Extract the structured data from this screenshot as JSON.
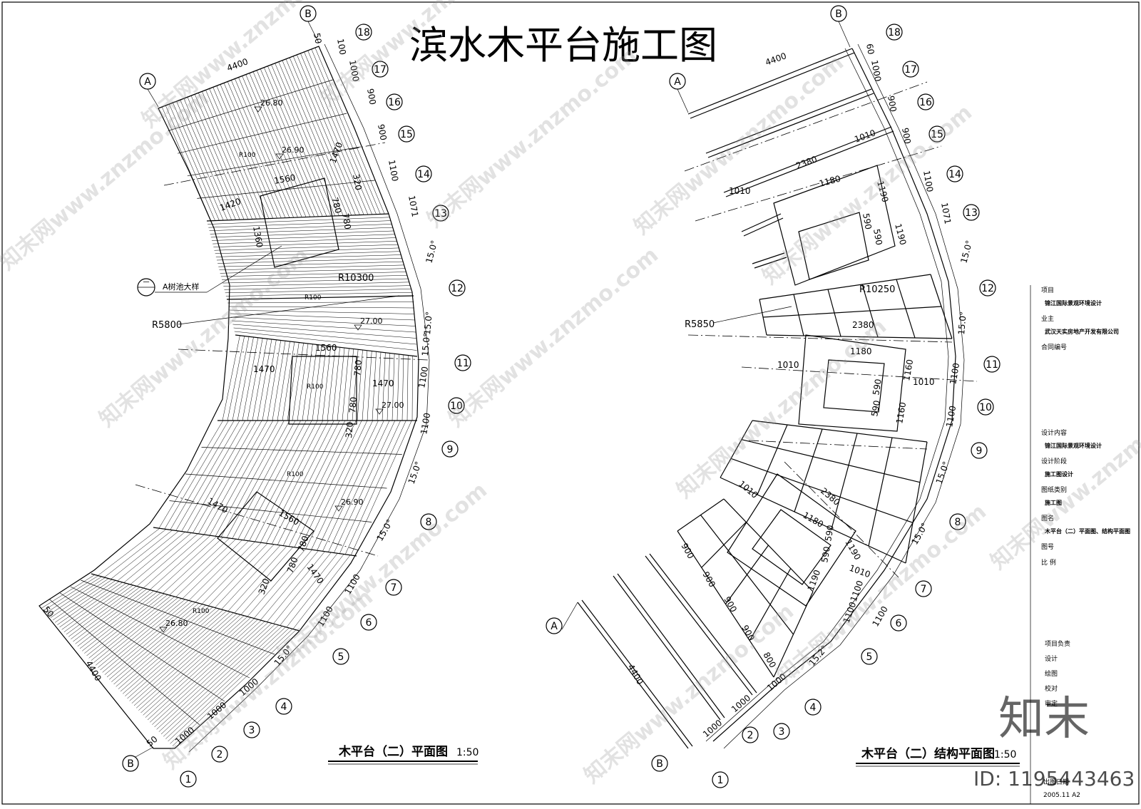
{
  "title": "滨水木平台施工图",
  "left_plan": {
    "caption": "木平台（二）平面图",
    "scale": "1:50",
    "radius_outer": "R10300",
    "radius_inner": "R5800",
    "angles": [
      "15.0°",
      "15.0°",
      "15.0°",
      "15.0°",
      "15.0°",
      "15.0°"
    ],
    "dims_top": [
      "4400",
      "50",
      "100",
      "1000",
      "900",
      "900",
      "1100",
      "1071"
    ],
    "dims_bottom": [
      "1000",
      "1000",
      "1000",
      "1100",
      "1100",
      "1100",
      "1100"
    ],
    "dims_inner": [
      "1470",
      "1560",
      "1420",
      "780",
      "780",
      "1360",
      "320",
      "1470",
      "1560",
      "1470",
      "780",
      "780",
      "320",
      "1470",
      "1560",
      "1470",
      "780",
      "780",
      "320",
      "4400",
      "50",
      "50"
    ],
    "elevations": [
      "26.80",
      "26.90",
      "27.00",
      "27.00",
      "26.90",
      "26.80"
    ],
    "pitch_labels": [
      "R100",
      "R100",
      "R100",
      "R100",
      "R100"
    ],
    "detail_callout": "A树池大样",
    "detail_mark": "一"
  },
  "right_plan": {
    "caption": "木平台（二）结构平面图",
    "scale": "1:50",
    "radius_outer": "R10250",
    "radius_inner": "R5850",
    "angles": [
      "15.0°",
      "15.0°",
      "15.0°",
      "15.0°",
      "15.2°"
    ],
    "dims": [
      "4400",
      "60",
      "1000",
      "900",
      "900",
      "1100",
      "1071",
      "1010",
      "2380",
      "1010",
      "1190",
      "1190",
      "1180",
      "590",
      "590",
      "2380",
      "1010",
      "1180",
      "590",
      "590",
      "1160",
      "1160",
      "1010",
      "1100",
      "1100",
      "1100",
      "1010",
      "2380",
      "1180",
      "590",
      "590",
      "1190",
      "1010",
      "1190",
      "900",
      "900",
      "900",
      "900",
      "800",
      "1000",
      "1000",
      "1100",
      "1100",
      "4400",
      "1000"
    ]
  },
  "axes": {
    "letters": [
      "A",
      "B"
    ],
    "numbers": [
      "1",
      "2",
      "3",
      "4",
      "5",
      "6",
      "7",
      "8",
      "9",
      "10",
      "11",
      "12",
      "13",
      "14",
      "15",
      "16",
      "17",
      "18"
    ]
  },
  "title_block": {
    "fields": [
      {
        "label": "项目",
        "value": "锦江国际景观环境设计"
      },
      {
        "label": "业主",
        "value": "武汉天实房地产开发有限公司"
      },
      {
        "label": "合同编号",
        "value": ""
      },
      {
        "label": "设计内容",
        "value": "锦江国际景观环境设计"
      },
      {
        "label": "设计阶段",
        "value": "施工图设计"
      },
      {
        "label": "图纸类别",
        "value": "施工图"
      },
      {
        "label": "图名",
        "value": "木平台（二）平面图、结构平面图"
      },
      {
        "label": "图号",
        "value": ""
      },
      {
        "label": "比  例",
        "value": ""
      }
    ],
    "roles": [
      "项目负责",
      "设计",
      "绘图",
      "校对",
      "审定"
    ],
    "date_label": "出图日期",
    "date_value": "2005.11 A2"
  },
  "watermarks": {
    "site": "知末网www.znzmo.com",
    "brand": "知末",
    "id": "ID: 1195443463"
  }
}
